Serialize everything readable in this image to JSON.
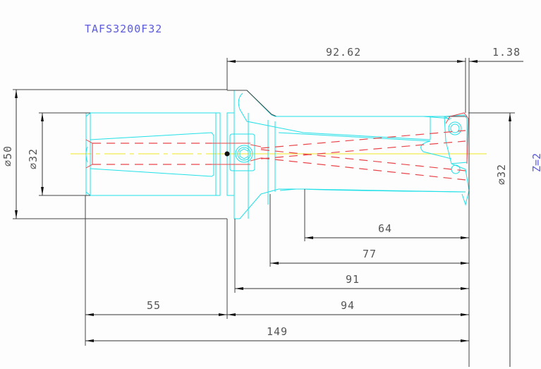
{
  "drawing": {
    "title": "TAFS3200F32",
    "teeth_label": "Z=2",
    "colors": {
      "title": "#5b5bdc",
      "body_outline": "#22e0e8",
      "hidden_lines": "#e8454a",
      "centerline": "#f2ec52",
      "dimension": "#333333",
      "background": "#fcfdfc"
    },
    "dimensions": {
      "head_length": "92.62",
      "insert_offset": "1.38",
      "flange_diameter": "⌀50",
      "shank_diameter": "⌀32",
      "cutting_diameter": "⌀32",
      "length_64": "64",
      "length_77": "77",
      "length_91": "91",
      "length_94": "94",
      "shank_length": "55",
      "overall_length": "149"
    }
  }
}
